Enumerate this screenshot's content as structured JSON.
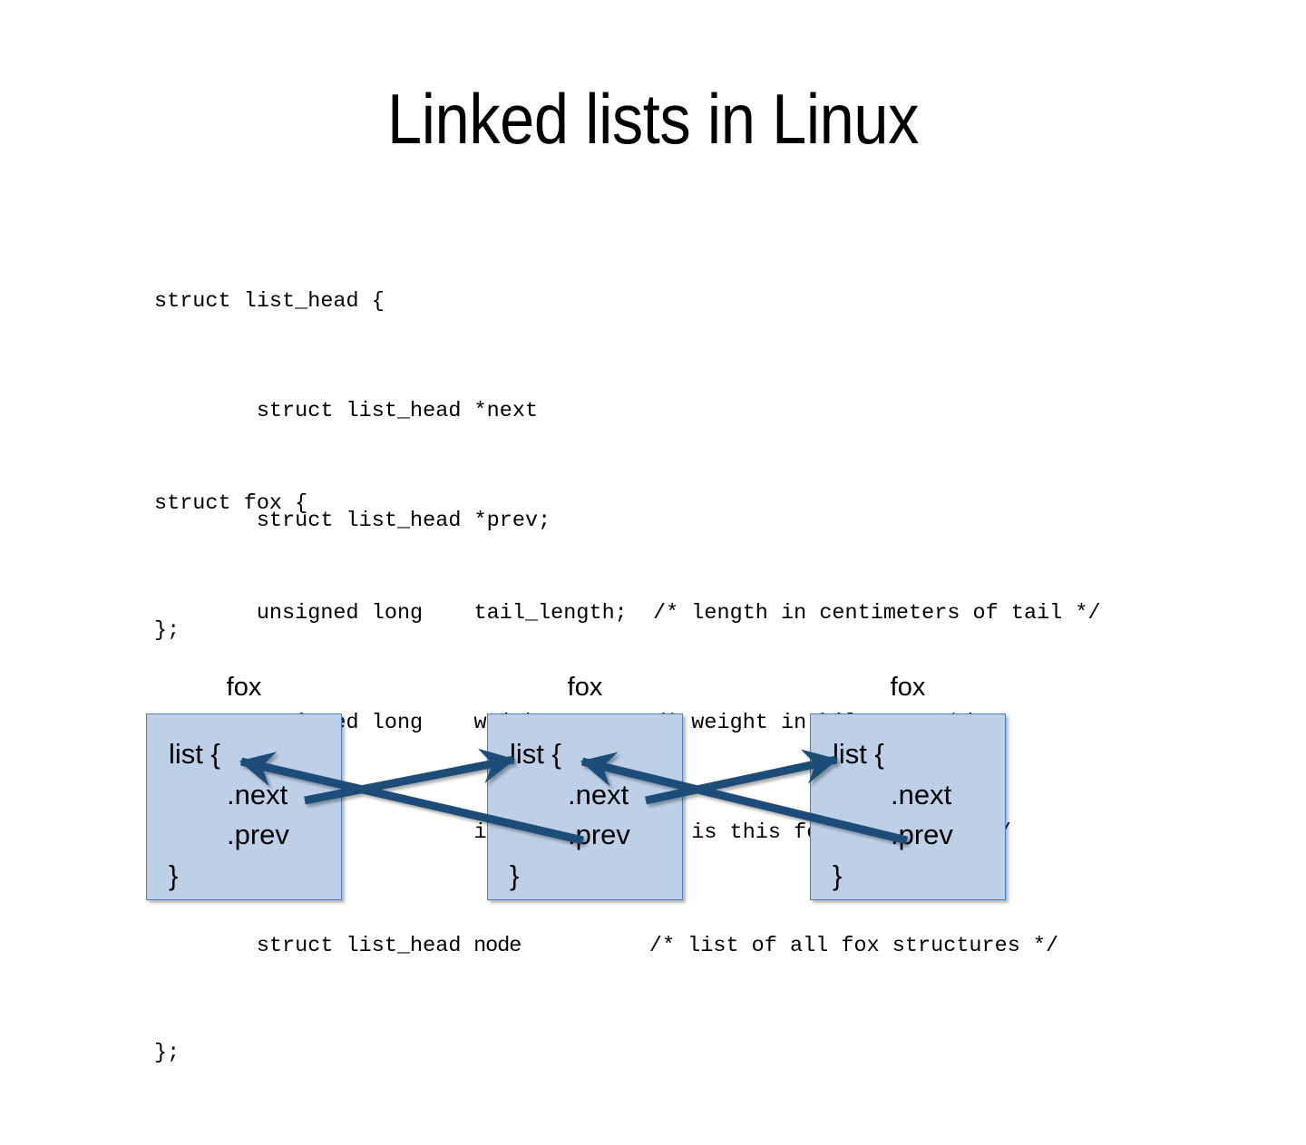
{
  "slide": {
    "title": "Linked lists in Linux",
    "background_color": "#FFFFFF"
  },
  "code_blocks": [
    {
      "id": "list_head",
      "lines": [
        "struct list_head {",
        "        struct list_head *next",
        "        struct list_head *prev;",
        "};"
      ]
    },
    {
      "id": "fox",
      "lines": [
        "struct fox {",
        "        unsigned long    tail_length;  /* length in centimeters of tail */",
        "        unsigned long    weight;       /* weight in kilograms */",
        "        bool             is_fantastic; /* is this fox fantastic? */",
        "        struct list_head node          /* list of all fox structures */",
        "};"
      ],
      "line_parts": [
        {
          "pre": "struct fox {",
          "sans": "",
          "post": ""
        },
        {
          "pre": "        unsigned long    tail_length;  /* length in centimeters of tail */",
          "sans": "",
          "post": ""
        },
        {
          "pre": "        unsigned long    weight;       /* weight in kilograms */",
          "sans": "",
          "post": ""
        },
        {
          "pre": "        bool             is_fantastic; /* is this fox fantastic? */",
          "sans": "",
          "post": ""
        },
        {
          "pre": "        struct list_head ",
          "sans": "node",
          "post": "          /* list of all fox structures */"
        },
        {
          "pre": "};",
          "sans": "",
          "post": ""
        }
      ]
    }
  ],
  "diagram": {
    "type": "doubly-linked-list",
    "box_fill_color": "#BDD0E8",
    "box_border_color": "#4A7EBB",
    "arrow_color": "#1F4E79",
    "nodes": [
      {
        "caption": "fox",
        "open": "list {",
        "next": ".next",
        "prev": ".prev",
        "close": "}"
      },
      {
        "caption": "fox",
        "open": "list {",
        "next": ".next",
        "prev": ".prev",
        "close": "}"
      },
      {
        "caption": "fox",
        "open": "list {",
        "next": ".next",
        "prev": ".prev",
        "close": "}"
      }
    ]
  }
}
